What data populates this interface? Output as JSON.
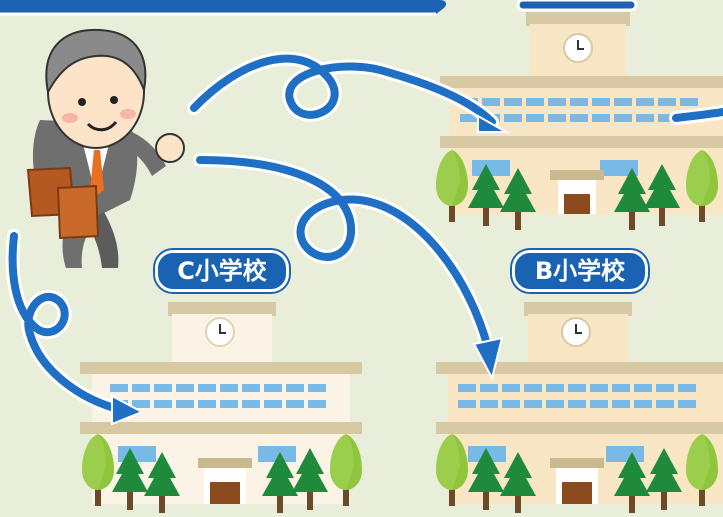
{
  "labels": {
    "school_c": "C小学校",
    "school_b": "B小学校"
  },
  "colors": {
    "background": "#e8eed9",
    "arrow": "#1f6fc4",
    "pill": "#1a63b3",
    "school_facade_c": "#fbf4e6",
    "school_facade_b": "#f8e6c4",
    "roof": "#d6c9a4",
    "window": "#79b9e6",
    "tree_light": "#8fc63d",
    "tree_dark": "#1f8a3c",
    "suit": "#6f6f6f",
    "bag": "#b45a20"
  },
  "icons": [
    "teacher-character",
    "school-building",
    "tree",
    "clock",
    "curved-arrow"
  ]
}
